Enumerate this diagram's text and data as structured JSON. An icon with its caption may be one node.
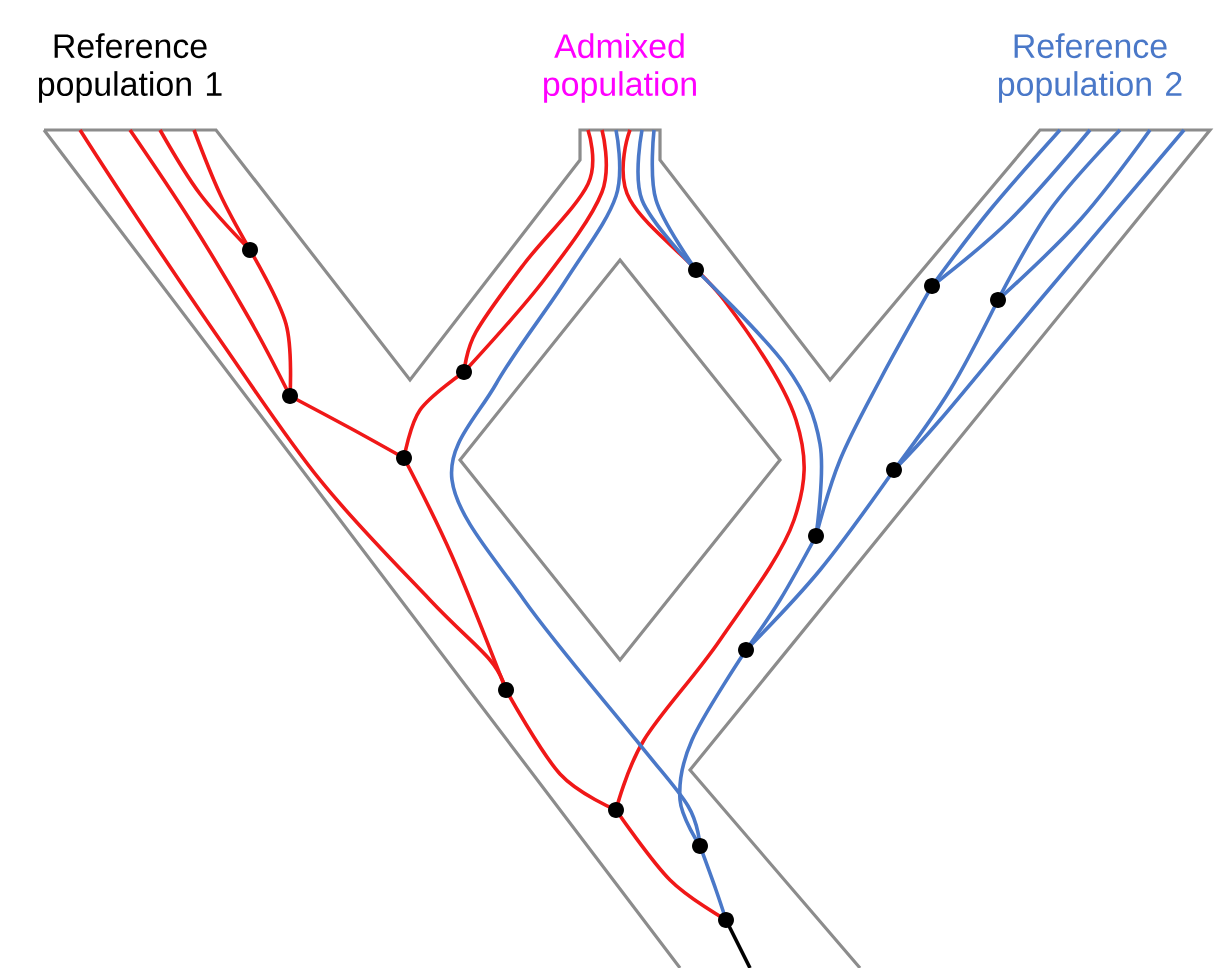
{
  "diagram": {
    "labels": [
      "Reference population 1",
      "Admixed population",
      "Reference population 2"
    ]
  }
}
